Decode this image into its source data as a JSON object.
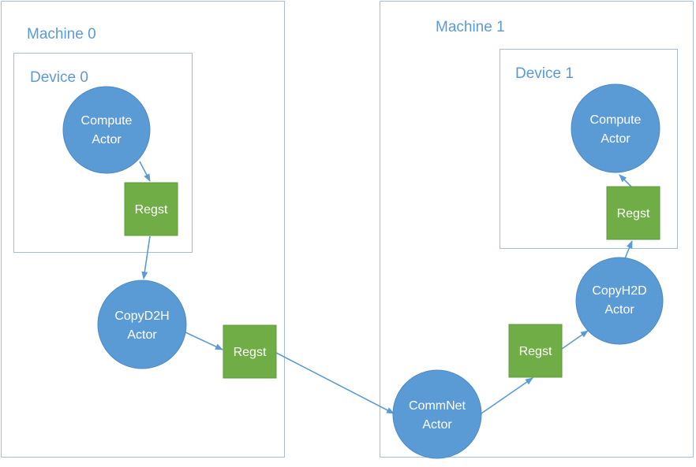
{
  "machines": [
    {
      "label": "Machine 0"
    },
    {
      "label": "Machine 1"
    }
  ],
  "devices": [
    {
      "label": "Device 0"
    },
    {
      "label": "Device 1"
    }
  ],
  "actors": {
    "compute_0": {
      "line1": "Compute",
      "line2": "Actor"
    },
    "copy_d2h": {
      "line1": "CopyD2H",
      "line2": "Actor"
    },
    "commnet": {
      "line1": "CommNet",
      "line2": "Actor"
    },
    "copy_h2d": {
      "line1": "CopyH2D",
      "line2": "Actor"
    },
    "compute_1": {
      "line1": "Compute",
      "line2": "Actor"
    }
  },
  "regsts": {
    "device_0": "Regst",
    "machine_0": "Regst",
    "machine_1": "Regst",
    "device_1": "Regst"
  },
  "colors": {
    "actor_fill": "#5b9bd5",
    "regst_fill": "#70ad47",
    "frame_stroke": "#a9bcd6",
    "label_text": "#5b9bd5",
    "arrow": "#5b9bd5"
  }
}
